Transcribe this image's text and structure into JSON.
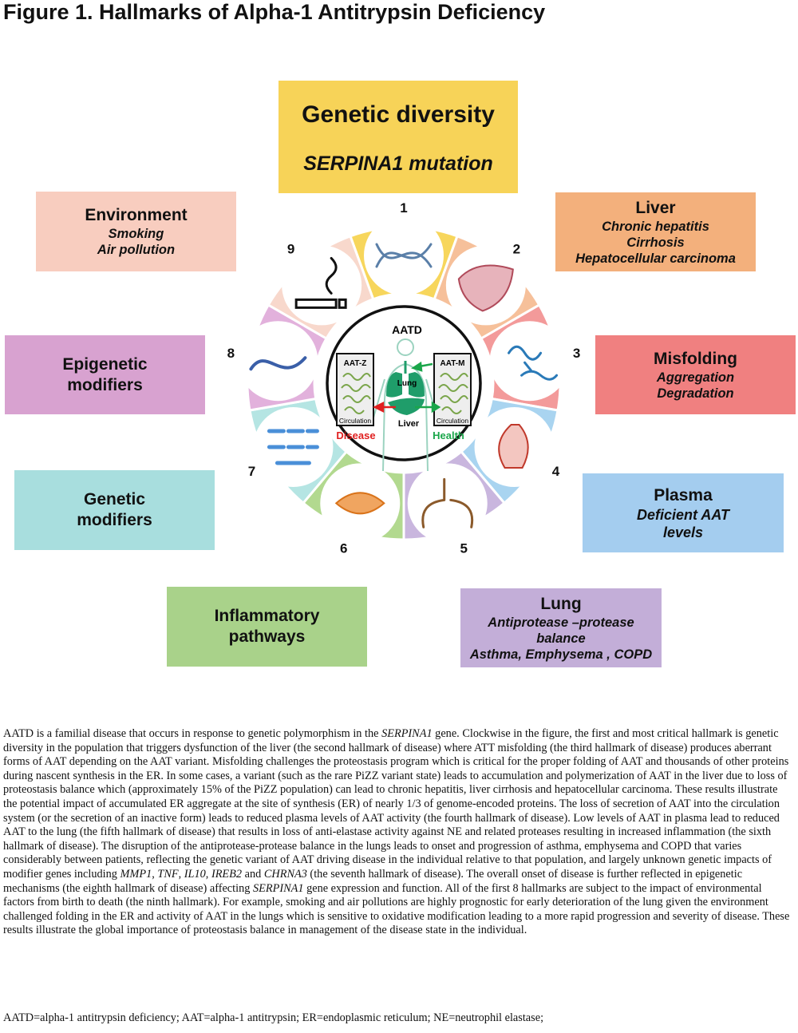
{
  "title": "Figure 1. Hallmarks of Alpha-1 Antitrypsin Deficiency",
  "boxes": {
    "genetic_diversity": {
      "heading": "Genetic diversity",
      "sub": "SERPINA1 mutation",
      "color": "#f7d358"
    },
    "liver": {
      "heading": "Liver",
      "lines": [
        "Chronic hepatitis",
        "Cirrhosis",
        "Hepatocellular carcinoma"
      ],
      "color": "#f3b07c"
    },
    "misfolding": {
      "heading": "Misfolding",
      "lines": [
        "Aggregation",
        "Degradation"
      ],
      "color": "#f08080"
    },
    "plasma": {
      "heading": "Plasma",
      "lines": [
        "Deficient AAT",
        "levels"
      ],
      "color": "#a4cdef"
    },
    "lung": {
      "heading": "Lung",
      "lines": [
        "Antiprotease –protease",
        "balance",
        "Asthma, Emphysema , COPD"
      ],
      "color": "#c3aed8"
    },
    "inflammatory": {
      "lines": [
        "Inflammatory",
        "pathways"
      ],
      "color": "#a9d28a"
    },
    "genetic_modifiers": {
      "lines": [
        "Genetic",
        "modifiers"
      ],
      "color": "#a8dede"
    },
    "epigenetic": {
      "lines": [
        "Epigenetic",
        "modifiers"
      ],
      "color": "#d8a2d0"
    },
    "environment": {
      "heading": "Environment",
      "lines": [
        "Smoking",
        "Air pollution"
      ],
      "color": "#f8cdbf"
    }
  },
  "wheel": {
    "segment_colors": [
      "#f7d65c",
      "#f6c09a",
      "#f39a9a",
      "#a9d4f0",
      "#c9b6de",
      "#b2d98f",
      "#b5e5e3",
      "#e2b1dc",
      "#f8d8cc"
    ],
    "numbers": [
      "1",
      "2",
      "3",
      "4",
      "5",
      "6",
      "7",
      "8",
      "9"
    ]
  },
  "center": {
    "title": "AATD",
    "aat_z": "AAT-Z",
    "aat_m": "AAT-M",
    "lung": "Lung",
    "liver": "Liver",
    "circulation_left": "Circulation",
    "circulation_right": "Circulation",
    "disease": "Disease",
    "health": "Health",
    "disease_color": "#e02020",
    "health_color": "#1aa64a"
  },
  "icons": [
    "dna-helix-icon",
    "liver-tissue-icon",
    "protein-misfolding-icon",
    "heart-circulation-icon",
    "lungs-icon",
    "inflammation-network-icon",
    "gene-network-icon",
    "chromatin-icon",
    "cigarette-smoke-icon"
  ],
  "caption": {
    "p1": "AATD is a familial disease that occurs in response to genetic polymorphism in the ",
    "p1_i": "SERPINA1",
    "p2": " gene. Clockwise in the figure, the  first and most critical hallmark is genetic diversity in the population that triggers dysfunction of the liver (the  second hallmark of disease) where ATT misfolding (the third  hallmark of disease) produces aberrant forms of AAT depending on the AAT variant. Misfolding challenges the proteostasis program which is critical for the proper folding of AAT and thousands of other proteins during nascent synthesis in the ER. In some cases, a variant (such as the rare PiZZ variant state) leads to accumulation and polymerization of AAT in the liver due to loss of proteostasis balance which (approximately 15% of the PiZZ population) can lead to chronic hepatitis, liver cirrhosis and hepatocellular carcinoma. These results illustrate the potential impact of accumulated ER aggregate at the site of synthesis (ER) of nearly 1/3 of genome-encoded proteins. The loss of secretion of AAT into the circulation system (or the secretion of an inactive form) leads to reduced plasma levels of AAT activity (the fourth hallmark of disease). Low levels of AAT in plasma lead to reduced AAT to the lung (the fifth hallmark of disease) that results in loss of anti-elastase activity against NE and related proteases resulting in increased inflammation (the sixth hallmark of disease). The disruption of the antiprotease-protease balance in the lungs leads to onset and progression of asthma, emphysema and COPD that varies considerably between patients, reflecting the genetic variant of AAT driving disease in the individual relative to that population, and largely unknown genetic impacts of modifier genes including ",
    "g1": "MMP1",
    "s1": ", ",
    "g2": "TNF",
    "s2": ", ",
    "g3": "IL10",
    "s3": ", ",
    "g4": "IREB2",
    "s4": " and ",
    "g5": "CHRNA3",
    "p3": " (the seventh hallmark of disease). The overall onset of disease is further reflected in epigenetic mechanisms (the eighth hallmark of disease) affecting ",
    "g6": "SERPINA1",
    "p4": " gene expression and function. All of the first 8 hallmarks are subject to the impact of environmental factors from birth to death (the ninth hallmark). For example, smoking and air pollutions are highly prognostic for early deterioration of the lung given the environment challenged folding in the ER and activity of AAT in the lungs which is sensitive to oxidative modification leading to a more rapid progression and severity of disease. These results illustrate the global importance of proteostasis balance in management of the disease state in the individual."
  },
  "abbreviations": "AATD=alpha-1 antitrypsin deficiency; AAT=alpha-1 antitrypsin; ER=endoplasmic reticulum; NE=neutrophil elastase;"
}
